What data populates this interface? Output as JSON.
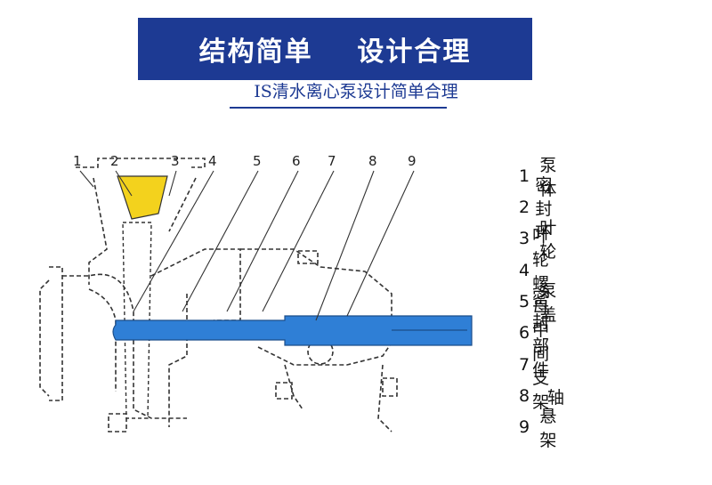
{
  "header": {
    "banner_title": "结构简单    设计合理",
    "subtitle": "IS清水离心泵设计简单合理"
  },
  "colors": {
    "banner_bg": "#1d3a93",
    "shaft": "#2f7fd6",
    "inlet_highlight": "#f3d21d",
    "outline": "#333333"
  },
  "diagram": {
    "callouts": [
      "1",
      "2",
      "3",
      "4",
      "5",
      "6",
      "7",
      "8",
      "9"
    ]
  },
  "legend": [
    {
      "num": "1",
      "label": "泵体"
    },
    {
      "num": "2",
      "label": "密封环"
    },
    {
      "num": "3",
      "label": "叶轮"
    },
    {
      "num": "4",
      "label": "叶轮螺母"
    },
    {
      "num": "5",
      "label": "泵盖"
    },
    {
      "num": "6",
      "label": "密封部件"
    },
    {
      "num": "7",
      "label": "中间支架"
    },
    {
      "num": "8",
      "label": "轴"
    },
    {
      "num": "9",
      "label": "悬架"
    }
  ]
}
